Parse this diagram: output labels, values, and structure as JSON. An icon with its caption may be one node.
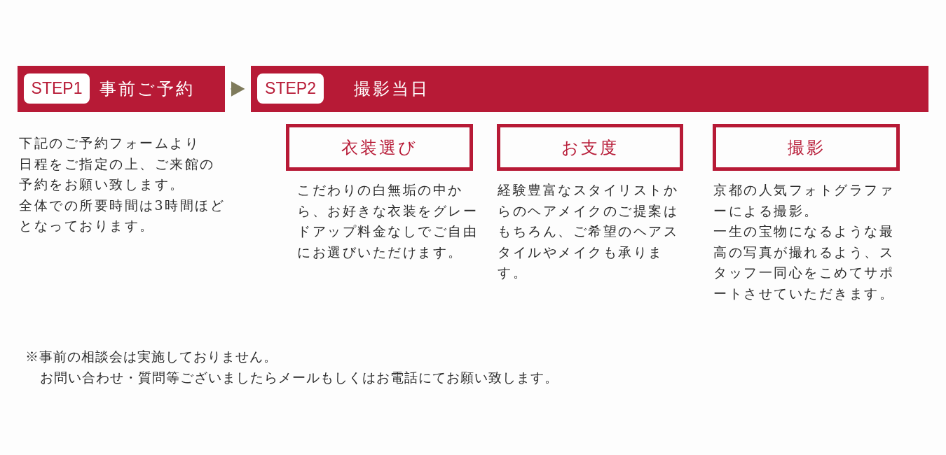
{
  "diagram": {
    "nodes": [
      {
        "text": [
          "事前ご予約"
        ],
        "beside": [
          "下記のご予約フォームより",
          "日程をご指定の上、ご来館の予約をお願い致します。",
          "全体での所要時間は3時間ほどとなっております。"
        ]
      },
      {
        "text": [
          "STEP1"
        ],
        "in": 0
      },
      {
        "text": [
          "撮影当日"
        ]
      },
      {
        "text": [
          "STEP2"
        ],
        "in": 2
      },
      {
        "text": [
          "衣装選び"
        ],
        "beside": [
          "こだわりの白無垢の中から、お好きな衣装をグレードアップ料金なしでご自由にお選びいただけます。"
        ]
      },
      {
        "text": [
          "お支度"
        ],
        "beside": [
          "経験豊富なスタイリストからのヘアメイクのご提案はもちろん、ご希望のヘアスタイルやメイクも承ります。"
        ]
      },
      {
        "text": [
          "撮影"
        ],
        "beside": [
          "京都の人気フォトグラファーによる撮影。",
          "一生の宝物になるような最高の写真が撮れるよう、スタッフ一同心をこめてサポートさせていただきます。"
        ]
      }
    ],
    "edges": [
      {
        "from": 0,
        "to": 2,
        "arrow": "to",
        "color": "#7f7b5c"
      }
    ],
    "labels": [
      "※事前の相談会は実施しておりません。",
      "お問い合わせ・質問等ございましたらメールもしくはお電話にてお願い致します。"
    ]
  }
}
